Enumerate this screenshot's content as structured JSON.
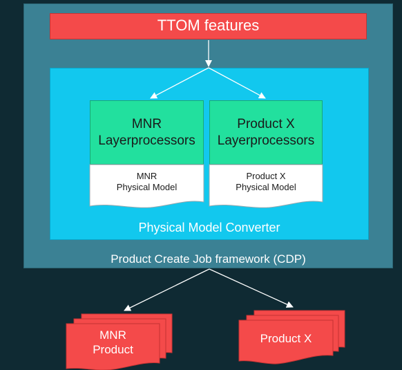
{
  "diagram": {
    "features": {
      "label": "TTOM features"
    },
    "converter": {
      "label": "Physical Model Converter"
    },
    "framework": {
      "label": "Product Create Job framework (CDP)"
    },
    "processors": [
      {
        "line1": "MNR",
        "line2": "Layerprocessors",
        "model_line1": "MNR",
        "model_line2": "Physical Model"
      },
      {
        "line1": "Product X",
        "line2": "Layerprocessors",
        "model_line1": "Product X",
        "model_line2": "Physical Model"
      }
    ],
    "products": [
      {
        "line1": "MNR",
        "line2": "Product"
      },
      {
        "line1": "Product X"
      }
    ]
  },
  "colors": {
    "background": "#0f2a33",
    "framework": "#3b8194",
    "converter": "#12c8ee",
    "processor": "#22e09e",
    "features": "#f44a4a",
    "product": "#f44a4a",
    "arrow": "#ffffff"
  }
}
